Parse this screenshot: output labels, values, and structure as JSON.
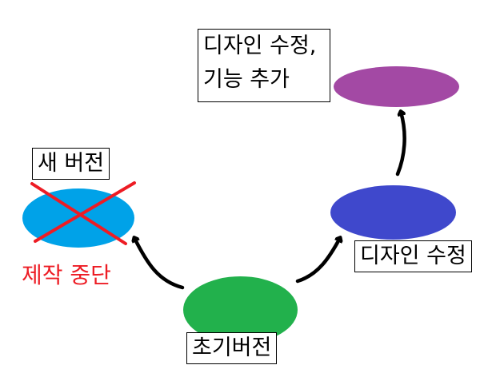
{
  "nodes": {
    "initial": {
      "label": "초기버전",
      "color": "#22b14c"
    },
    "new_version": {
      "label": "새 버전",
      "color": "#00a2e8",
      "status": "제작 중단",
      "status_color": "#ed1c24"
    },
    "design_edit": {
      "label": "디자인 수정",
      "color": "#3f48cc"
    },
    "design_feature": {
      "label": "디자인 수정,\n기능 추가",
      "color": "#a349a4"
    }
  }
}
